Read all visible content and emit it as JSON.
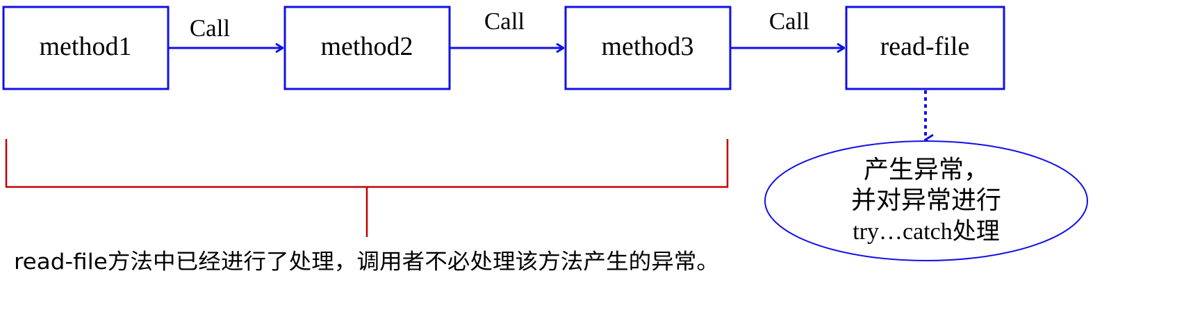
{
  "nodes": {
    "method1": "method1",
    "method2": "method2",
    "method3": "method3",
    "read_file": "read-file"
  },
  "edges": {
    "call_1": "Call",
    "call_2": "Call",
    "call_3": "Call"
  },
  "exception": {
    "line1": "产生异常，",
    "line2": "并对异常进行",
    "line3": "try…catch处理"
  },
  "caption": "read-file方法中已经进行了处理，调用者不必处理该方法产生的异常。",
  "colors": {
    "box_stroke": "#1010e8",
    "arrow": "#1010e8",
    "bracket": "#c00000",
    "text": "#000000"
  }
}
